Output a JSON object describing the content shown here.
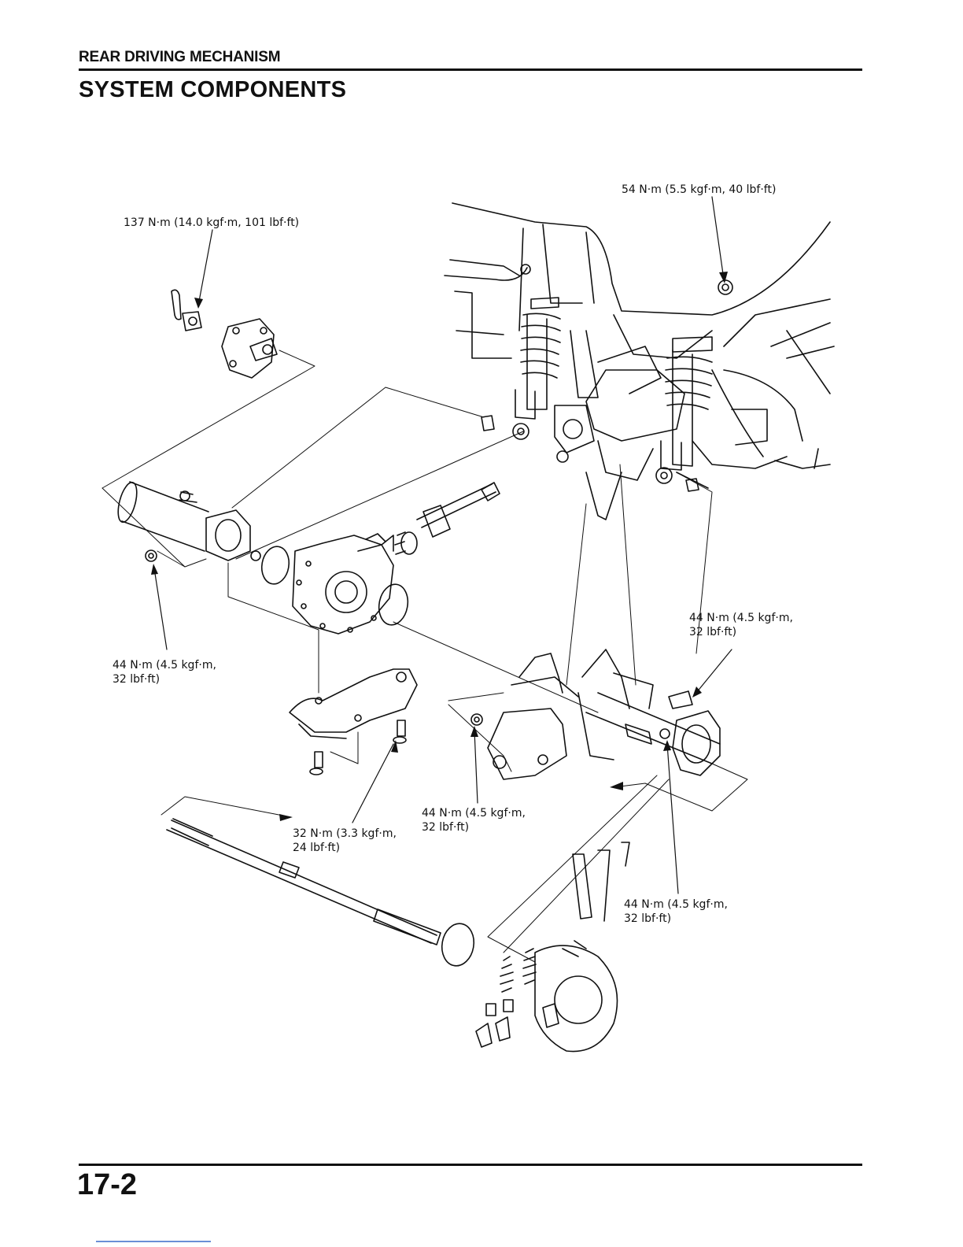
{
  "header": {
    "section_title": "REAR DRIVING MECHANISM",
    "page_title": "SYSTEM COMPONENTS"
  },
  "torque_labels": {
    "hub_nut": "137 N·m (14.0 kgf·m, 101 lbf·ft)",
    "shock_upper": "54 N·m (5.5 kgf·m, 40 lbf·ft)",
    "final_drive_nut": [
      "44 N·m (4.5 kgf·m,",
      "32 lbf·ft)"
    ],
    "axle_housing_bolt": [
      "44 N·m (4.5 kgf·m,",
      "32 lbf·ft)"
    ],
    "skid_plate_bolt": [
      "32 N·m (3.3 kgf·m,",
      "24 lbf·ft)"
    ],
    "carrier_nut": [
      "44 N·m (4.5 kgf·m,",
      "32 lbf·ft)"
    ],
    "brake_panel_nut": [
      "44 N·m (4.5 kgf·m,",
      "32 lbf·ft)"
    ]
  },
  "footer": {
    "page_number": "17-2"
  }
}
